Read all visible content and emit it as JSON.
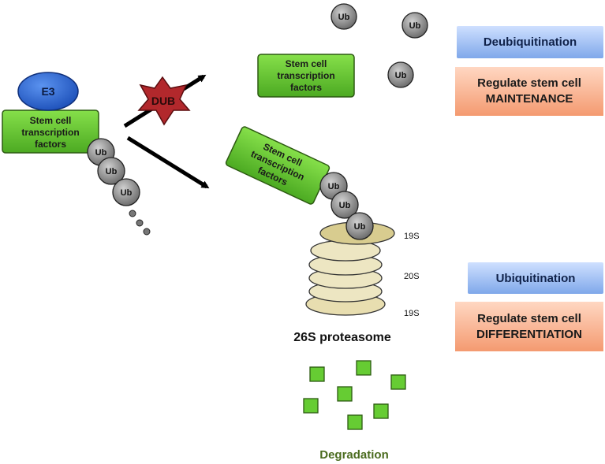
{
  "left_complex": {
    "e3_label": "E3",
    "factor_label": [
      "Stem cell",
      "transcription",
      "factors"
    ],
    "ub_labels": [
      "Ub",
      "Ub",
      "Ub"
    ]
  },
  "dub_label": "DUB",
  "free_ub_labels": [
    "Ub",
    "Ub",
    "Ub"
  ],
  "top_factor_label": [
    "Stem cell",
    "transcription",
    "factors"
  ],
  "tilted_factor_label": [
    "Stem cell",
    "transcription",
    "factors"
  ],
  "tilted_ub_labels": [
    "Ub",
    "Ub",
    "Ub"
  ],
  "proteasome": {
    "top_label": "19S",
    "middle_label": "20S",
    "bottom_label": "19S",
    "name": "26S proteasome"
  },
  "degradation_label": "Degradation",
  "right_labels": {
    "deubiquitination": "Deubiquitination",
    "maintenance_line1": "Regulate stem cell",
    "maintenance_line2": "MAINTENANCE",
    "ubiquitination": "Ubiquitination",
    "differentiation_line1": "Regulate stem cell",
    "differentiation_line2": "DIFFERENTIATION"
  },
  "colors": {
    "factor_green": "#66cc33",
    "e3_blue": "#2f6fe0",
    "dub_red": "#b2282c",
    "ub_gray": "#8c8c8c",
    "proteasome_beige": "#e8deb0",
    "degradation_green": "#4a6b1e"
  }
}
